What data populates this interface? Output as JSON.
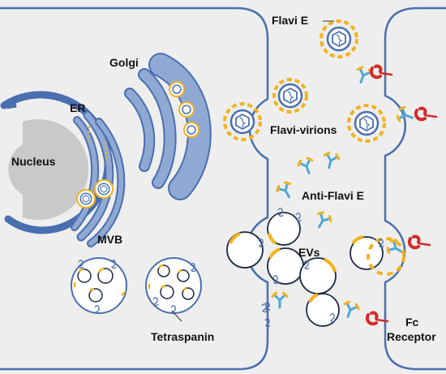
{
  "labels": {
    "flavi_e": "Flavi E",
    "golgi": "Golgi",
    "er": "ER",
    "nucleus": "Nucleus",
    "flavi_virions": "Flavi-virions",
    "anti_flavi_e": "Anti-Flavi E",
    "mvb": "MVB",
    "evs": "EVs",
    "tetraspanin": "Tetraspanin",
    "fc": "Fc",
    "receptor": "Receptor"
  },
  "colors": {
    "background": "#eeeeee",
    "membrane": "#4a6fb0",
    "organelle_fill": "#8fa9d4",
    "envelope_protein": "#f2b21b",
    "antibody_blue": "#4fa8d8",
    "fc_receptor": "#d42a2a",
    "vesicle_fill": "#ffffff"
  },
  "icons": [
    "virion-icon",
    "antibody-icon",
    "fc-receptor-icon",
    "tetraspanin-icon",
    "vesicle-icon"
  ]
}
